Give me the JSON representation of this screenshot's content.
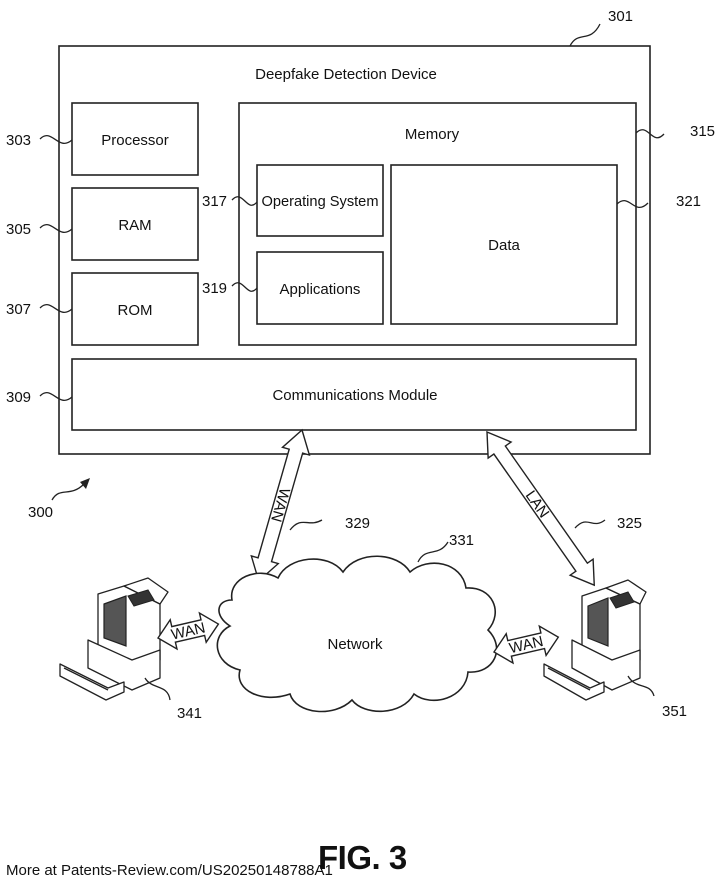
{
  "labels": {
    "device": "Deepfake Detection Device",
    "processor": "Processor",
    "ram": "RAM",
    "rom": "ROM",
    "memory": "Memory",
    "operating_system": "Operating System",
    "applications": "Applications",
    "data": "Data",
    "communications_module": "Communications Module",
    "network": "Network",
    "wan_link_network": "WAN",
    "lan_link": "LAN",
    "wan_link_left": "WAN",
    "wan_link_right": "WAN"
  },
  "refs": {
    "device": "301",
    "system": "300",
    "processor": "303",
    "ram": "305",
    "rom": "307",
    "comms": "309",
    "memory": "315",
    "operating_system": "317",
    "applications": "319",
    "data": "321",
    "lan": "325",
    "wan": "329",
    "network": "331",
    "computer_left": "341",
    "computer_right": "351"
  },
  "figure_label": "FIG. 3",
  "source_credit": "More at Patents-Review.com/US20250148788A1"
}
